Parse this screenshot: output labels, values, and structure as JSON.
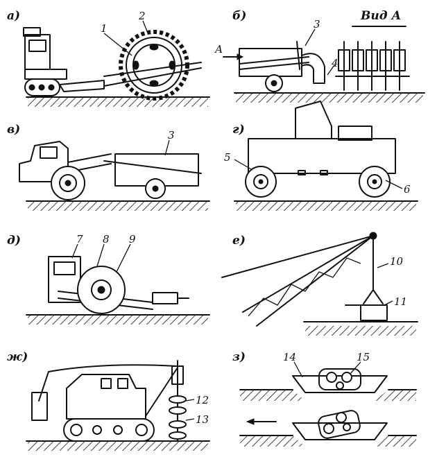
{
  "panels": {
    "a": {
      "label": "а)",
      "numbers": [
        "1",
        "2"
      ]
    },
    "b": {
      "label": "б)",
      "numbers": [
        "3",
        "4"
      ],
      "view_title": "Вид А",
      "arrow_label": "А"
    },
    "v": {
      "label": "в)",
      "numbers": [
        "3"
      ]
    },
    "g": {
      "label": "г)",
      "numbers": [
        "5",
        "6"
      ]
    },
    "d": {
      "label": "д)",
      "numbers": [
        "7",
        "8",
        "9"
      ]
    },
    "e": {
      "label": "е)",
      "numbers": [
        "10",
        "11"
      ]
    },
    "zh": {
      "label": "ж)",
      "numbers": [
        "12",
        "13"
      ]
    },
    "z": {
      "label": "з)",
      "numbers": [
        "14",
        "15"
      ]
    }
  }
}
